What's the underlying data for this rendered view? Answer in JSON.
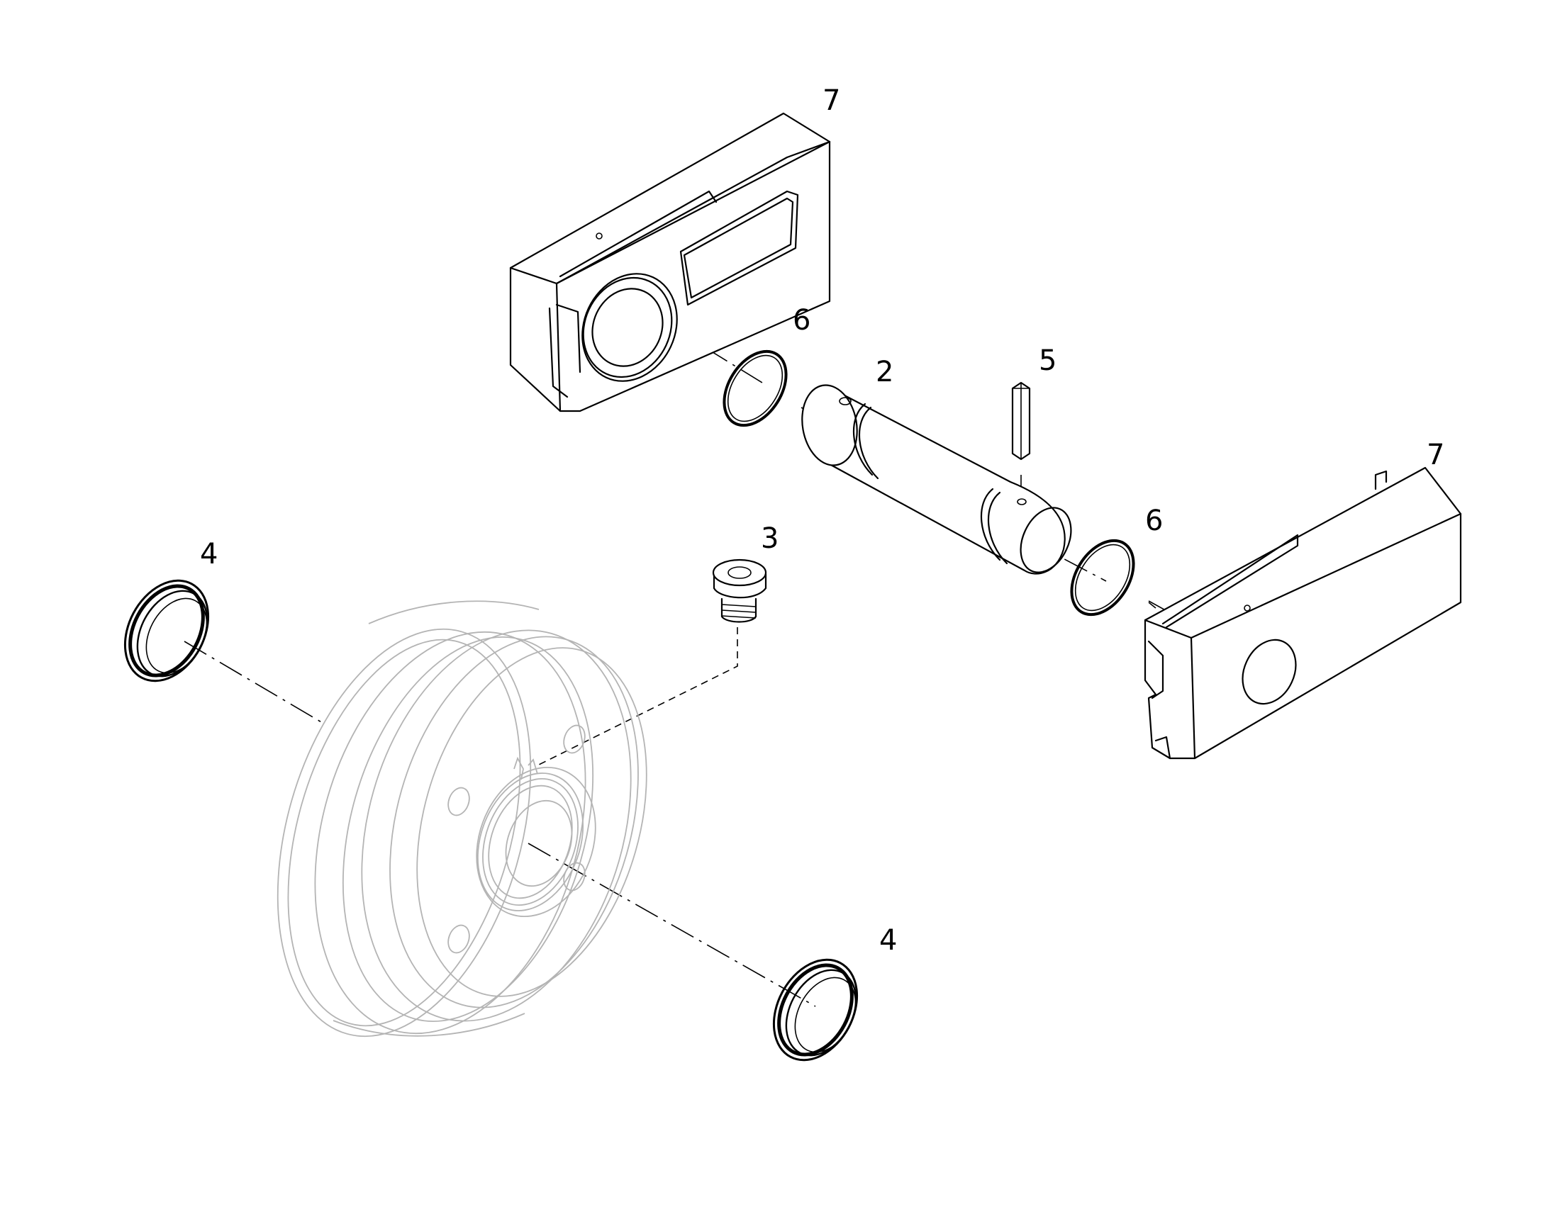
{
  "callouts": {
    "c7_top": "7",
    "c6_top": "6",
    "c2": "2",
    "c5": "5",
    "c7_right": "7",
    "c6_right": "6",
    "c3": "3",
    "c4_left": "4",
    "c4_bottom": "4"
  }
}
